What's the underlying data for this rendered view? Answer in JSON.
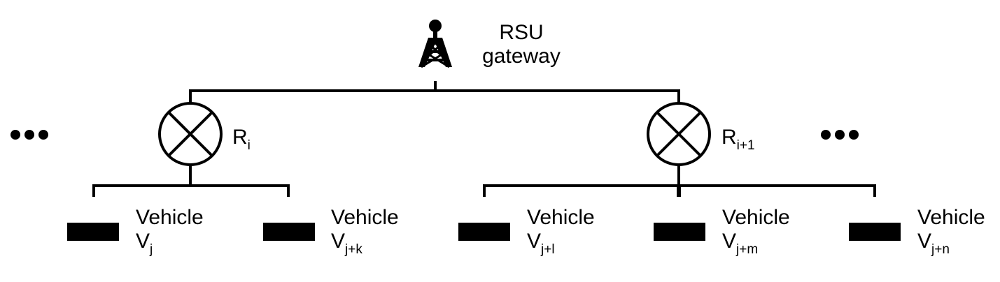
{
  "gateway": {
    "label_line1": "RSU",
    "label_line2": "gateway",
    "icon": "antenna-tower-icon"
  },
  "routers": [
    {
      "symbol": "R",
      "sub": "i",
      "icon": "router-x-icon"
    },
    {
      "symbol": "R",
      "sub": "i+1",
      "icon": "router-x-icon"
    }
  ],
  "ellipsis": "•••",
  "vehicles": [
    {
      "label": "Vehicle",
      "symbol": "V",
      "sub": "j"
    },
    {
      "label": "Vehicle",
      "symbol": "V",
      "sub": "j+k"
    },
    {
      "label": "Vehicle",
      "symbol": "V",
      "sub": "j+l"
    },
    {
      "label": "Vehicle",
      "symbol": "V",
      "sub": "j+m"
    },
    {
      "label": "Vehicle",
      "symbol": "V",
      "sub": "j+n"
    }
  ],
  "colors": {
    "line": "#000000",
    "fill": "#ffffff"
  }
}
